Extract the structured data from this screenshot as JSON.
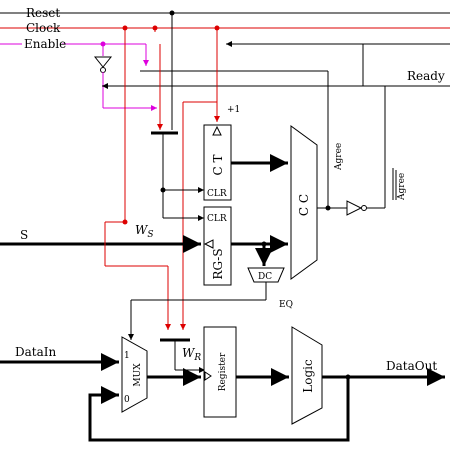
{
  "signals": {
    "reset": "Reset",
    "clock": "Clock",
    "enable": "Enable",
    "ready": "Ready",
    "s": "S",
    "data_in": "DataIn",
    "data_out": "DataOut",
    "eq": "EQ",
    "agree": "Agree",
    "agree_bar": "Agree"
  },
  "blocks": {
    "ct": "C T",
    "ct_plus": "+1",
    "clr": "CLR",
    "rgs": "RG-S",
    "cc": "C C",
    "dc": "DC",
    "mux": "MUX",
    "mux_in1": "1",
    "mux_in0": "0",
    "register": "Register",
    "logic": "Logic"
  },
  "labels": {
    "ws_main": "W",
    "ws_sub": "S",
    "wr_main": "W",
    "wr_sub": "R"
  },
  "colors": {
    "clock": "#dd0000",
    "enable": "#dd00dd",
    "wire": "#000000"
  }
}
